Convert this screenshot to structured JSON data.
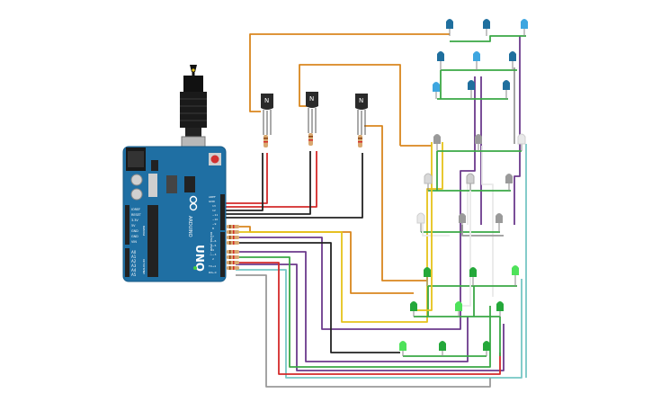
{
  "board": {
    "name_upper": "UNO",
    "brand": "ARDUINO",
    "left_header_labels": [
      "IOREF",
      "RESET",
      "3.3V",
      "5V",
      "GND",
      "GND",
      "VIN"
    ],
    "analog_labels": [
      "A0",
      "A1",
      "A2",
      "A3",
      "A4",
      "A5"
    ],
    "analog_header_title": "ANALOG IN",
    "power_header_title": "POWER",
    "digital_header_title": "DIGITAL (PWM ~)",
    "right_header_labels": [
      "AREF",
      "GND",
      "13",
      "12",
      "~11",
      "~10",
      "~9",
      "8",
      "7",
      "~6",
      "~5",
      "4",
      "~3",
      "2",
      "TX→1",
      "RX←0"
    ]
  },
  "transistors": [
    {
      "label": "N"
    },
    {
      "label": "N"
    },
    {
      "label": "N"
    }
  ],
  "led_colors": {
    "blue": "#1f6f9e",
    "light_blue": "#3ea6e0",
    "gray": "#9a9a9a",
    "white": "#e8e8e8",
    "green": "#24a83a",
    "bright_green": "#4ee25a"
  },
  "wire_colors": {
    "red": "#d42a2a",
    "black": "#222222",
    "orange": "#d9861e",
    "yellow": "#e6c31a",
    "purple": "#6c3a8c",
    "green": "#3aa845",
    "teal": "#76c7c5",
    "gray": "#9a9a9a",
    "white": "#e9e9e9"
  }
}
